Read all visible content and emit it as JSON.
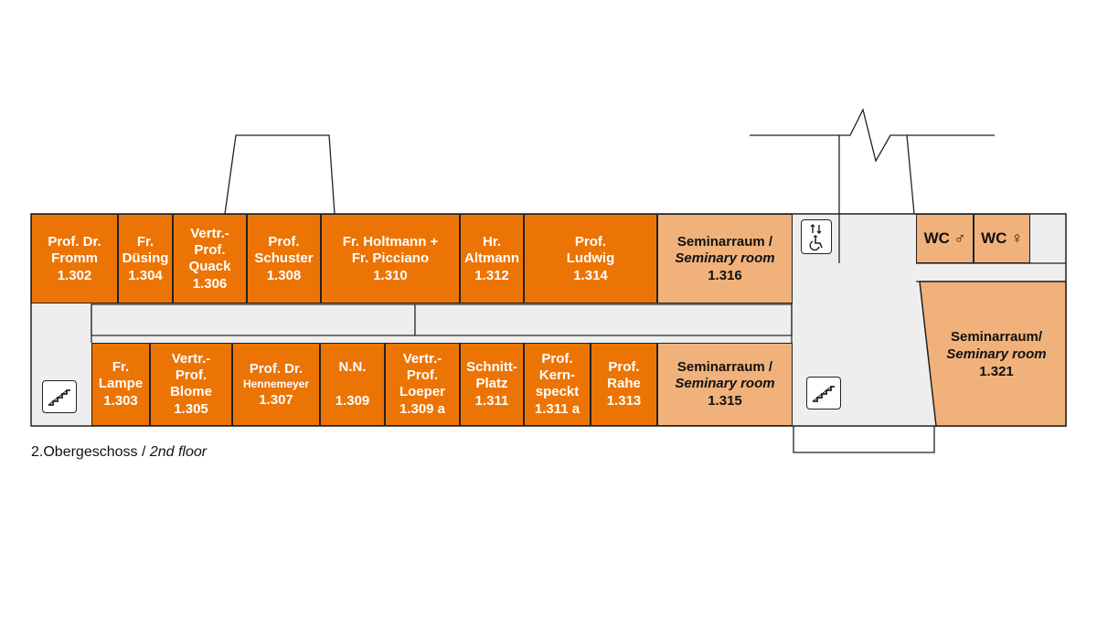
{
  "rooms_top": [
    {
      "id": "r1302",
      "label": "Prof. Dr.\nFromm",
      "number": "1.302",
      "style": "office"
    },
    {
      "id": "r1304",
      "label": "Fr.\nDüsing",
      "number": "1.304",
      "style": "office"
    },
    {
      "id": "r1306",
      "label": "Vertr.-\nProf.\nQuack",
      "number": "1.306",
      "style": "office"
    },
    {
      "id": "r1308",
      "label": "Prof.\nSchuster",
      "number": "1.308",
      "style": "office"
    },
    {
      "id": "r1310",
      "label": "Fr. Holtmann +\nFr. Picciano",
      "number": "1.310",
      "style": "office"
    },
    {
      "id": "r1312",
      "label": "Hr.\nAltmann",
      "number": "1.312",
      "style": "office"
    },
    {
      "id": "r1314",
      "label": "Prof.\nLudwig",
      "number": "1.314",
      "style": "office"
    },
    {
      "id": "r1316",
      "label": "Seminarraum /",
      "sublabel": "Seminary room",
      "number": "1.316",
      "style": "light"
    }
  ],
  "rooms_bottom": [
    {
      "id": "r1303",
      "label": "Fr.\nLampe",
      "number": "1.303",
      "style": "office"
    },
    {
      "id": "r1305",
      "label": "Vertr.-\nProf.\nBlome",
      "number": "1.305",
      "style": "office"
    },
    {
      "id": "r1307",
      "label": "Prof. Dr.",
      "smalllabel": "Hennemeyer",
      "number": "1.307",
      "style": "office"
    },
    {
      "id": "r1309",
      "label": "N.N.",
      "number": "1.309",
      "style": "office"
    },
    {
      "id": "r1309a",
      "label": "Vertr.-\nProf.\nLoeper",
      "number": "1.309 a",
      "style": "office"
    },
    {
      "id": "r1311",
      "label": "Schnitt-\nPlatz",
      "number": "1.311",
      "style": "office"
    },
    {
      "id": "r1311a",
      "label": "Prof.\nKern-\nspeckt",
      "number": "1.311 a",
      "style": "office"
    },
    {
      "id": "r1313",
      "label": "Prof.\nRahe",
      "number": "1.313",
      "style": "office"
    },
    {
      "id": "r1315",
      "label": "Seminarraum /",
      "sublabel": "Seminary room",
      "number": "1.315",
      "style": "light"
    }
  ],
  "room_1321": {
    "label": "Seminarraum/",
    "sublabel": "Seminary room",
    "number": "1.321"
  },
  "wc_men": {
    "label": "WC",
    "symbol": "♂"
  },
  "wc_women": {
    "label": "WC",
    "symbol": "♀"
  },
  "icons": {
    "stairs": "stairs-icon",
    "elevator": "elevator-icon",
    "wheelchair": "wheelchair-icon"
  },
  "caption": {
    "de": "2.Obergeschoss / ",
    "en": "2nd floor"
  },
  "colors": {
    "office": "#ec7404",
    "seminar": "#f0b27a",
    "corridor": "#eeeeee",
    "outline": "#222222"
  }
}
